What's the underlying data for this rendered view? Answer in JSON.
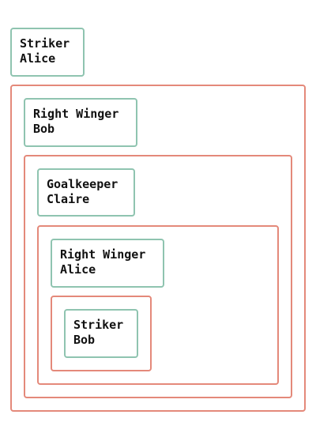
{
  "cards": [
    {
      "role": "Striker",
      "name": "Alice"
    },
    {
      "role": "Right Winger",
      "name": "Bob"
    },
    {
      "role": "Goalkeeper",
      "name": "Claire"
    },
    {
      "role": "Right Winger",
      "name": "Alice"
    },
    {
      "role": "Striker",
      "name": "Bob"
    }
  ],
  "colors": {
    "card_border": "#8fc4b0",
    "frame_border": "#e4897a",
    "text": "#111111",
    "background": "#ffffff"
  }
}
